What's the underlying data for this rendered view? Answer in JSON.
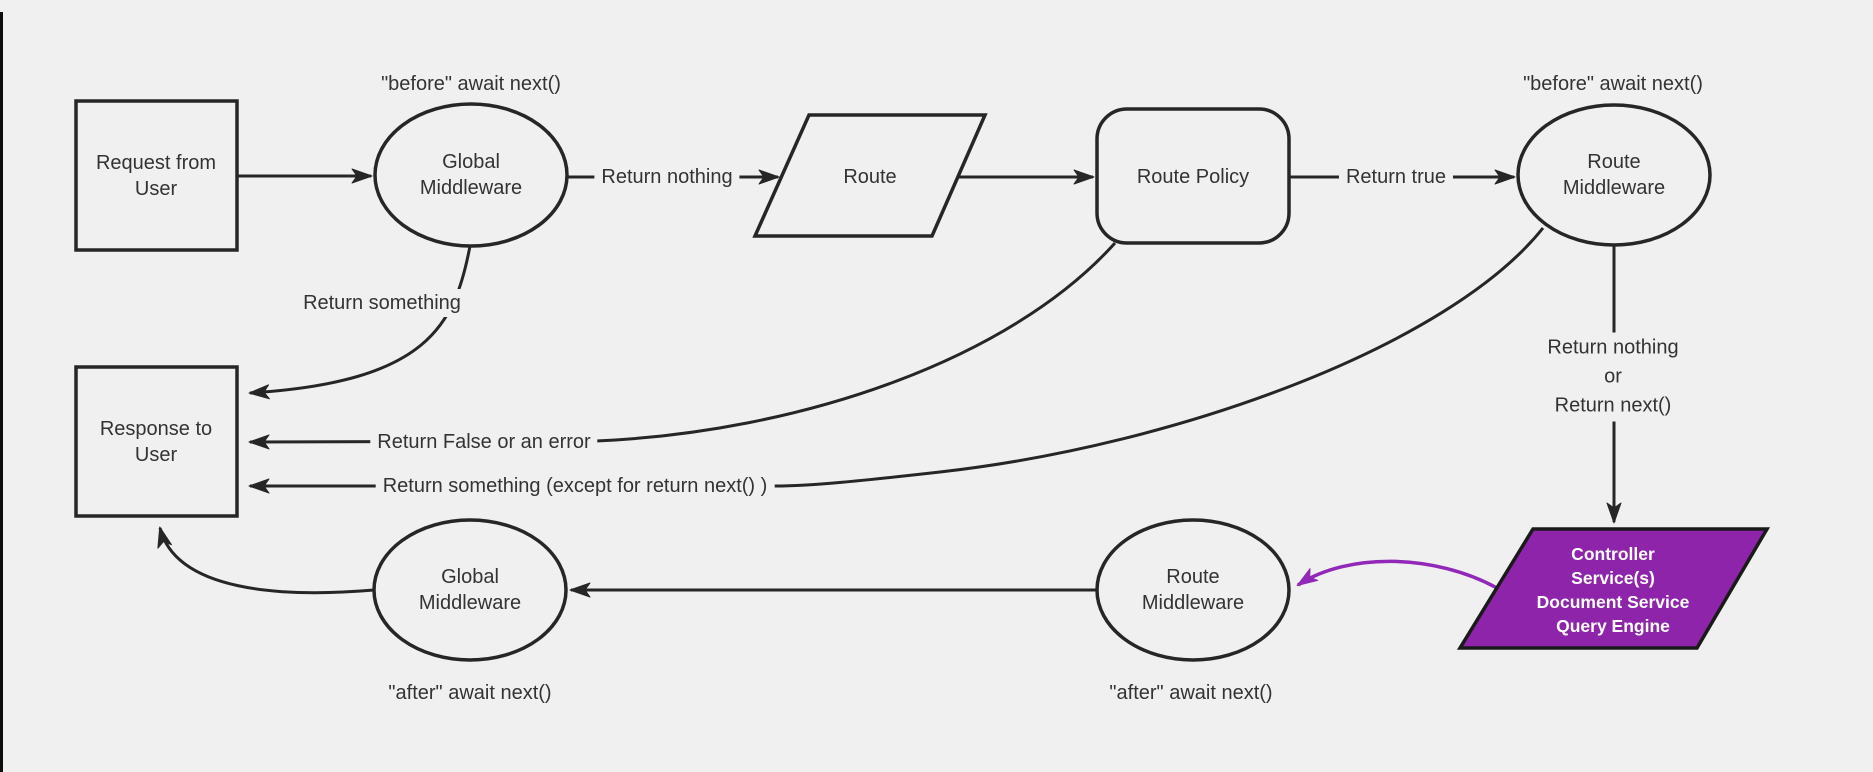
{
  "diagram_title": "Request / middleware lifecycle flowchart",
  "colors": {
    "background": "#f0f0f0",
    "line": "#262626",
    "shape_stroke": "#262626",
    "text": "#333333",
    "purple_fill": "#8e24aa",
    "purple_stroke": "#9128b8",
    "purple_text": "#ffffff",
    "left_edge_bar": "#0d0d0d"
  },
  "nodes": {
    "request": {
      "label": "Request from\nUser",
      "shape": "rectangle"
    },
    "global_middleware_top": {
      "label": "Global\nMiddleware",
      "shape": "ellipse"
    },
    "route": {
      "label": "Route",
      "shape": "parallelogram"
    },
    "route_policy": {
      "label": "Route Policy",
      "shape": "rounded-rectangle"
    },
    "route_middleware_top": {
      "label": "Route\nMiddleware",
      "shape": "ellipse"
    },
    "response": {
      "label": "Response to\nUser",
      "shape": "rectangle"
    },
    "global_middleware_bottom": {
      "label": "Global\nMiddleware",
      "shape": "ellipse"
    },
    "route_middleware_bottom": {
      "label": "Route\nMiddleware",
      "shape": "ellipse"
    },
    "controller": {
      "label": "Controller\nService(s)\nDocument Service\nQuery Engine",
      "shape": "parallelogram"
    }
  },
  "edge_labels": {
    "before_await_left": "\"before\" await next()",
    "before_await_right": "\"before\" await next()",
    "return_nothing": "Return nothing",
    "return_true": "Return true",
    "return_something": "Return something",
    "return_false_or_error": "Return False or an error",
    "return_something_except": "Return something (except for return next() )",
    "return_nothing_or_next": "Return nothing\nor\nReturn next()",
    "after_await_left": "\"after\" await next()",
    "after_await_right": "\"after\" await next()"
  }
}
